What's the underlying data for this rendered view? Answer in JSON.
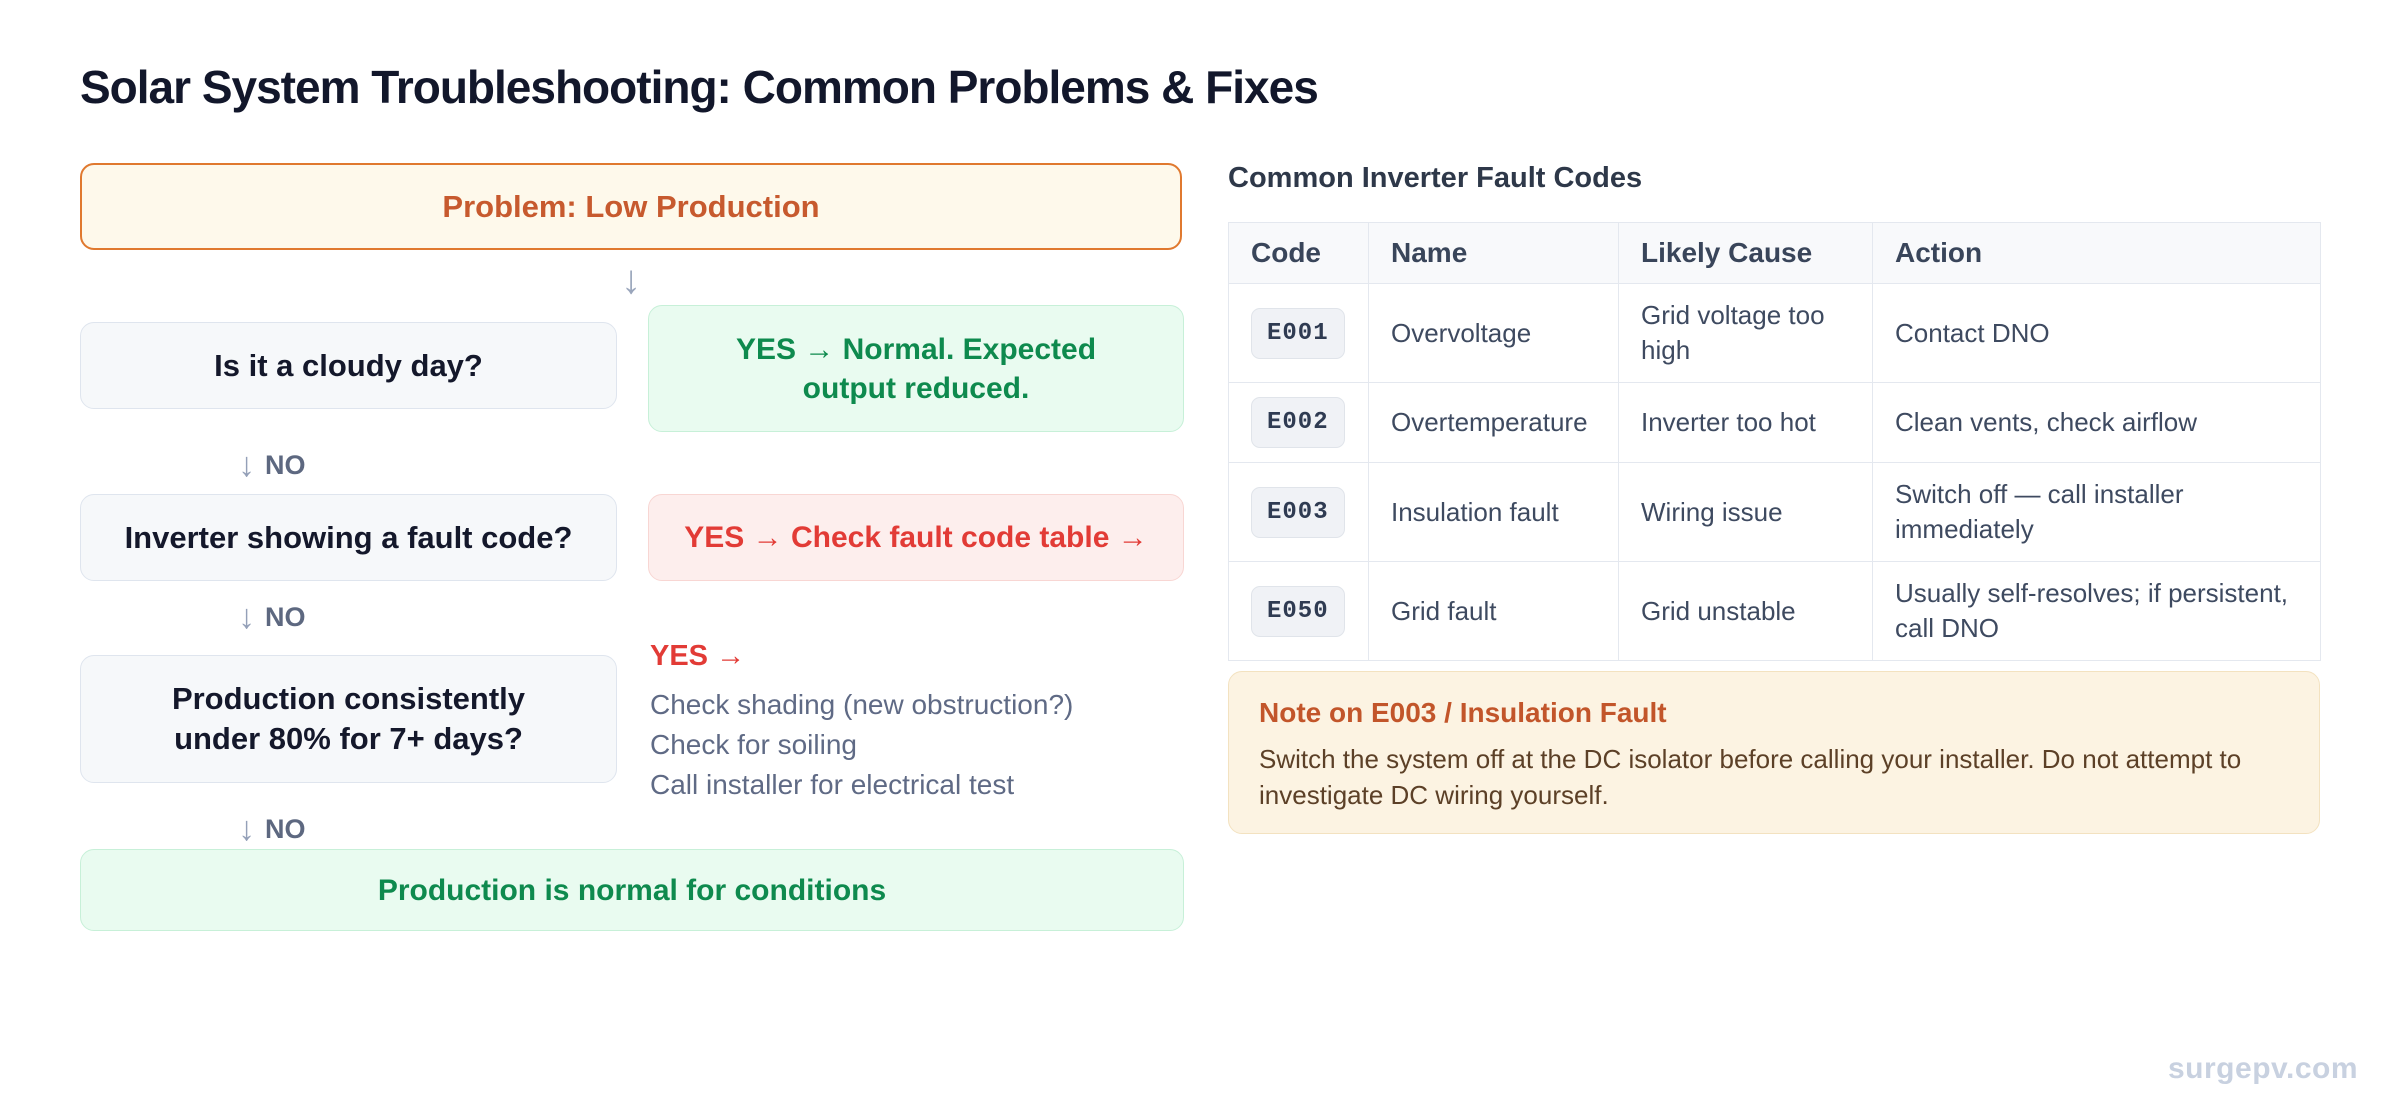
{
  "page": {
    "title": "Solar System Troubleshooting: Common Problems & Fixes",
    "watermark": "surgepv.com"
  },
  "colors": {
    "accent_orange": "#E0792F",
    "accent_orange_text": "#C75A2E",
    "success_green": "#0E8A4E",
    "danger_red": "#E23B36",
    "muted_blue_gray": "#5F6A85"
  },
  "flowchart": {
    "problem_label": "Problem: Low Production",
    "down_arrow": "↓",
    "no_label": "NO",
    "steps": [
      {
        "question": "Is it a cloudy day?",
        "yes_text": "YES → Normal. Expected output reduced."
      },
      {
        "question": "Inverter showing a fault code?",
        "yes_text": "YES → Check fault code table →"
      },
      {
        "question": "Production consistently under 80% for 7+ days?",
        "yes_lead": "YES →",
        "yes_items": [
          "Check shading (new obstruction?)",
          "Check for soiling",
          "Call installer for electrical test"
        ]
      }
    ],
    "result": "Production is normal for conditions"
  },
  "fault_table": {
    "heading": "Common Inverter Fault Codes",
    "columns": [
      "Code",
      "Name",
      "Likely Cause",
      "Action"
    ],
    "rows": [
      {
        "code": "E001",
        "name": "Overvoltage",
        "cause": "Grid voltage too high",
        "action": "Contact DNO"
      },
      {
        "code": "E002",
        "name": "Overtemperature",
        "cause": "Inverter too hot",
        "action": "Clean vents, check airflow"
      },
      {
        "code": "E003",
        "name": "Insulation fault",
        "cause": "Wiring issue",
        "action": "Switch off — call installer immediately"
      },
      {
        "code": "E050",
        "name": "Grid fault",
        "cause": "Grid unstable",
        "action": "Usually self-resolves; if persistent, call DNO"
      }
    ]
  },
  "note": {
    "title": "Note on E003 / Insulation Fault",
    "body": "Switch the system off at the DC isolator before calling your installer. Do not attempt to investigate DC wiring yourself."
  }
}
